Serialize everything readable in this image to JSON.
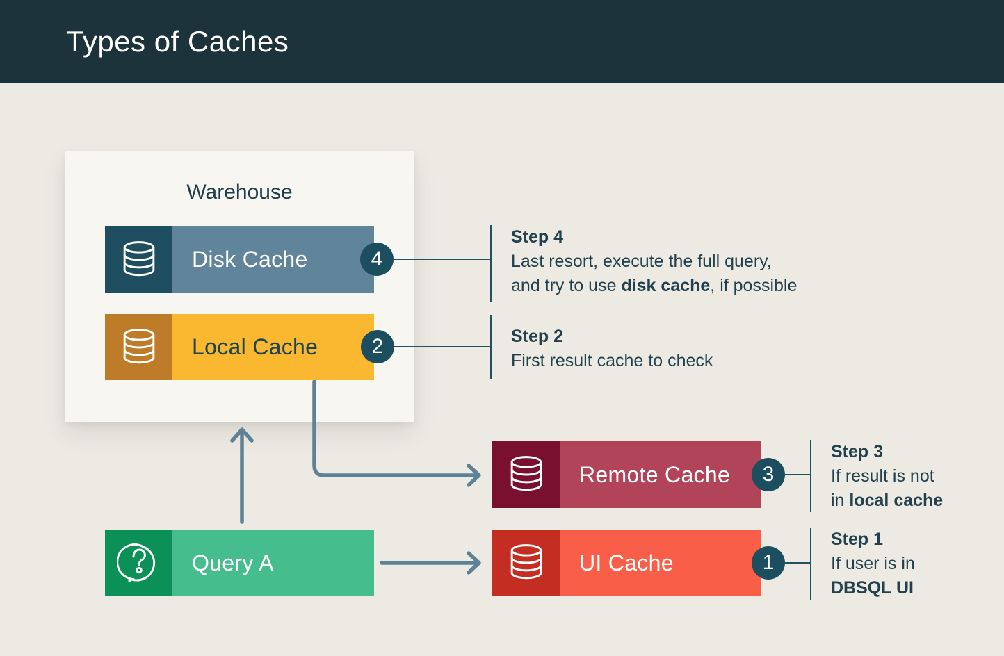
{
  "header": {
    "title": "Types of Caches"
  },
  "palette": {
    "header_bg": "#1c333c",
    "page_bg": "#edeae4",
    "card_bg": "#f8f6f1",
    "ink": "#22414d",
    "badge_bg": "#1b4f5f",
    "arrow": "#5d8195",
    "connector": "#1f5361"
  },
  "diagram": {
    "warehouse_label": "Warehouse",
    "nodes": {
      "disk_cache": {
        "label": "Disk Cache",
        "badge": "4",
        "icon": "database-icon",
        "icon_bg": "#1e4e60",
        "band_bg": "#60849a",
        "text_color": "#ffffff"
      },
      "local_cache": {
        "label": "Local Cache",
        "badge": "2",
        "icon": "database-icon",
        "icon_bg": "#bf7c28",
        "band_bg": "#f9b82f",
        "text_color": "#1d4450"
      },
      "remote_cache": {
        "label": "Remote Cache",
        "badge": "3",
        "icon": "database-icon",
        "icon_bg": "#7a1030",
        "band_bg": "#b2445a",
        "text_color": "#ffffff"
      },
      "ui_cache": {
        "label": "UI Cache",
        "badge": "1",
        "icon": "database-icon",
        "icon_bg": "#c32d22",
        "band_bg": "#f95f48",
        "text_color": "#ffffff"
      },
      "query_a": {
        "label": "Query A",
        "icon": "question-mark-icon",
        "icon_bg": "#0b9158",
        "band_bg": "#45bd8c",
        "text_color": "#ffffff"
      }
    },
    "steps": {
      "step4": {
        "title": "Step 4",
        "line1": "Last resort, execute the full query,",
        "line2_prefix": "and try to use ",
        "line2_bold": "disk cache",
        "line2_suffix": ", if possible"
      },
      "step2": {
        "title": "Step 2",
        "line1": "First result cache to check"
      },
      "step3": {
        "title": "Step 3",
        "line1": "If result is not",
        "line2_prefix": "in ",
        "line2_bold": "local cache",
        "line2_suffix": ""
      },
      "step1": {
        "title": "Step 1",
        "line1": "If user is in",
        "line2_prefix": "",
        "line2_bold": "DBSQL UI",
        "line2_suffix": ""
      }
    }
  }
}
